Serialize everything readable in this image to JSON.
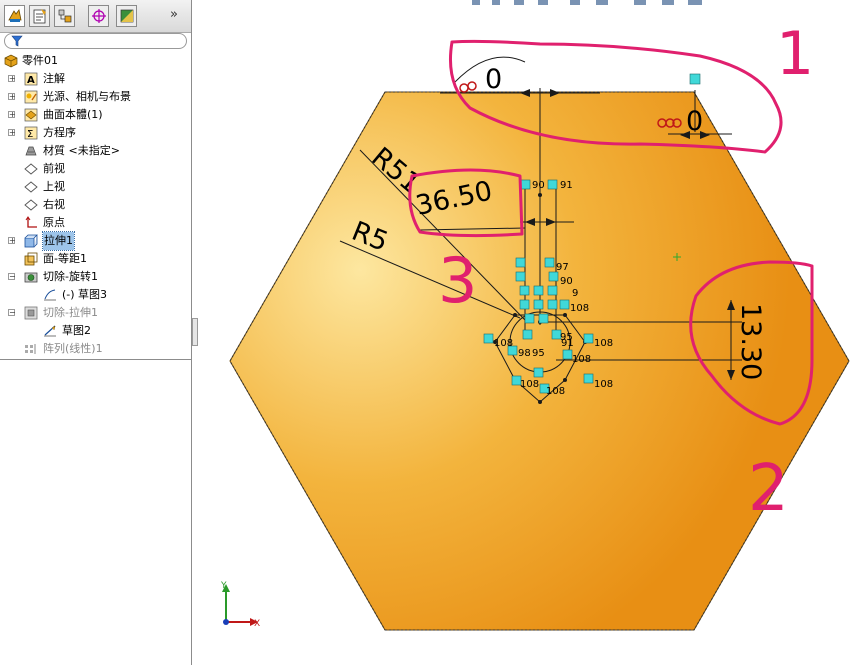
{
  "window": {
    "tabs": [
      {
        "name": "feature-manager"
      },
      {
        "name": "property-manager"
      },
      {
        "name": "configuration-manager"
      },
      {
        "name": "dimxpert-manager"
      },
      {
        "name": "display-manager"
      }
    ],
    "more_label": "»"
  },
  "feature_tree": {
    "root": "零件01",
    "items": [
      {
        "label": "注解",
        "icon": "annotations-icon",
        "expandable": true
      },
      {
        "label": "光源、相机与布景",
        "icon": "lights-cameras-scene-icon",
        "expandable": true
      },
      {
        "label": "曲面本體(1)",
        "icon": "surface-bodies-icon",
        "expandable": true
      },
      {
        "label": "方程序",
        "icon": "equations-icon",
        "expandable": true
      },
      {
        "label": "材質 <未指定>",
        "icon": "material-icon",
        "expandable": false
      },
      {
        "label": "前视",
        "icon": "plane-icon",
        "expandable": false
      },
      {
        "label": "上视",
        "icon": "plane-icon",
        "expandable": false
      },
      {
        "label": "右视",
        "icon": "plane-icon",
        "expandable": false
      },
      {
        "label": "原点",
        "icon": "origin-icon",
        "expandable": false
      },
      {
        "label": "拉伸1",
        "icon": "extrude-icon",
        "expandable": true,
        "selected": true
      },
      {
        "label": "面-等距1",
        "icon": "offset-surface-icon",
        "expandable": false
      },
      {
        "label": "切除-旋转1",
        "icon": "cut-revolve-icon",
        "expandable": true,
        "expanded": true
      },
      {
        "label": "(-) 草图3",
        "icon": "sketch-icon",
        "child": true
      },
      {
        "label": "切除-拉伸1",
        "icon": "cut-extrude-icon",
        "expandable": true,
        "expanded": true,
        "dim": true
      },
      {
        "label": "草图2",
        "icon": "sketch-icon",
        "child": true
      },
      {
        "label": "阵列(线性)1",
        "icon": "linear-pattern-icon",
        "expandable": false,
        "dim": true
      }
    ]
  },
  "sketch": {
    "dimensions": {
      "angle_top": "0",
      "vertical_small": "0",
      "horizontal": "36.50",
      "vertical": "13.30",
      "radius_outer": "R51",
      "radius_inner": "R5"
    },
    "relation_labels": [
      "90",
      "91",
      "97",
      "90",
      "9",
      "108",
      "108",
      "95",
      "91",
      "108",
      "98",
      "95",
      "108",
      "108",
      "108",
      "108"
    ]
  },
  "annotations": {
    "mark_1": "1",
    "mark_2": "2",
    "mark_3": "3",
    "color": "#e0206e"
  },
  "triad": {
    "x_label": "X",
    "y_label": "Y"
  },
  "colors": {
    "part_face_light": "#fde7a0",
    "part_face_mid": "#f3b43d",
    "part_face_dark": "#e88f14",
    "selection": "#40d8d8"
  }
}
